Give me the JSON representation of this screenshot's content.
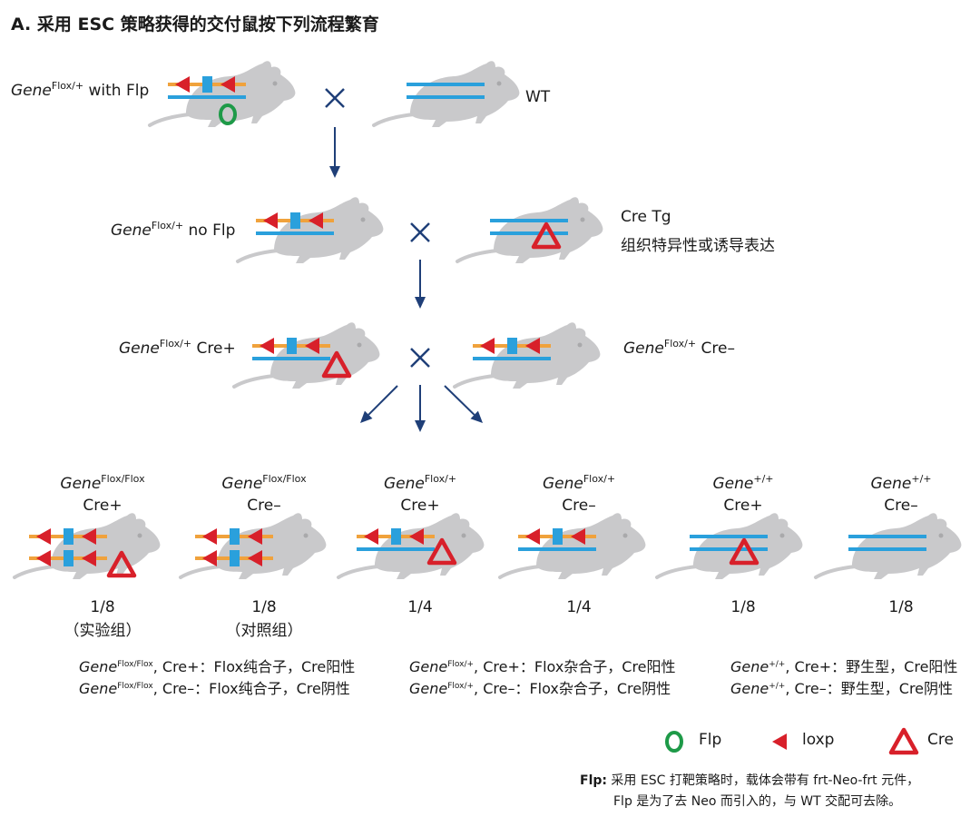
{
  "title": "A. 采用 ESC 策略获得的交付鼠按下列流程繁育",
  "gene": "Gene",
  "cross_symbol": "×",
  "row1": {
    "left_sup": "Flox/+",
    "left_rest": " with Flp",
    "right_label": "WT"
  },
  "row2": {
    "left_sup": "Flox/+",
    "left_rest": " no Flp",
    "right_line1": "Cre Tg",
    "right_line2": "组织特异性或诱导表达"
  },
  "row3": {
    "left_sup": "Flox/+",
    "left_rest": " Cre+",
    "right_sup": "Flox/+",
    "right_rest": " Cre–"
  },
  "offspring": [
    {
      "sup": "Flox/Flox",
      "cre": "Cre+",
      "ratio": "1/8",
      "group": "（实验组）"
    },
    {
      "sup": "Flox/Flox",
      "cre": "Cre–",
      "ratio": "1/8",
      "group": "（对照组）"
    },
    {
      "sup": "Flox/+",
      "cre": "Cre+",
      "ratio": "1/4",
      "group": ""
    },
    {
      "sup": "Flox/+",
      "cre": "Cre–",
      "ratio": "1/4",
      "group": ""
    },
    {
      "sup": "+/+",
      "cre": "Cre+",
      "ratio": "1/8",
      "group": ""
    },
    {
      "sup": "+/+",
      "cre": "Cre–",
      "ratio": "1/8",
      "group": ""
    }
  ],
  "descriptions": [
    {
      "sup": "Flox/Flox",
      "rest": ", Cre+：Flox纯合子，Cre阳性"
    },
    {
      "sup": "Flox/Flox",
      "rest": ", Cre–：Flox纯合子，Cre阴性"
    },
    {
      "sup": "Flox/+",
      "rest": ", Cre+：Flox杂合子，Cre阳性"
    },
    {
      "sup": "Flox/+",
      "rest": ", Cre–：Flox杂合子，Cre阴性"
    },
    {
      "sup": "+/+",
      "rest": ", Cre+：野生型，Cre阳性"
    },
    {
      "sup": "+/+",
      "rest": ", Cre–：野生型，Cre阴性"
    }
  ],
  "legend": {
    "flp": "Flp",
    "loxp": "loxp",
    "cre": "Cre"
  },
  "note": {
    "label": "Flp:",
    "line1": " 采用 ESC 打靶策略时，载体会带有 frt-Neo-frt 元件，",
    "line2": "Flp 是为了去 Neo 而引入的，与 WT 交配可去除。"
  },
  "colors": {
    "mouse": "#c9c9cb",
    "orange": "#f0a23c",
    "blue": "#2aa0dc",
    "red": "#d8202a",
    "green": "#1e9a48",
    "arrow": "#1f3f78",
    "cross": "#1f3f78"
  }
}
